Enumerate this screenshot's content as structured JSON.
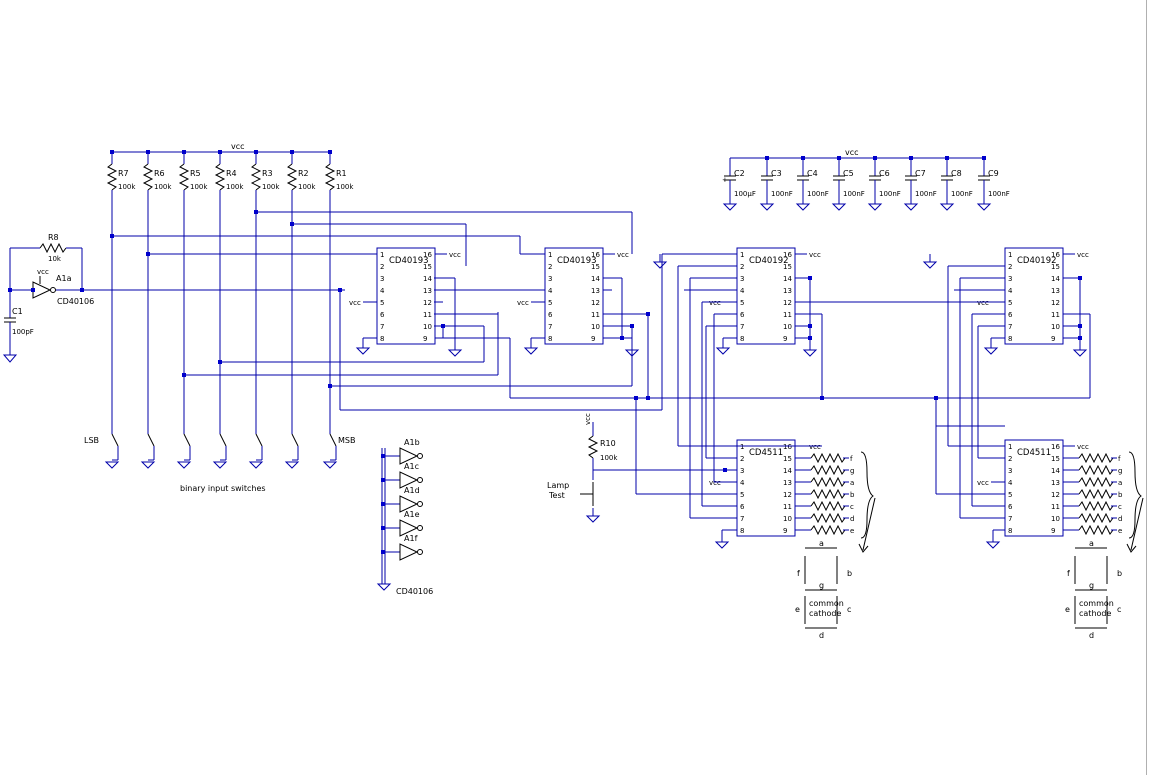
{
  "ics": {
    "u1": {
      "name": "CD40193",
      "left_pins": [
        "1",
        "2",
        "3",
        "4",
        "5",
        "6",
        "7",
        "8"
      ],
      "right_pins": [
        "16",
        "15",
        "14",
        "13",
        "12",
        "11",
        "10",
        "9"
      ]
    },
    "u2": {
      "name": "CD40193",
      "left_pins": [
        "1",
        "2",
        "3",
        "4",
        "5",
        "6",
        "7",
        "8"
      ],
      "right_pins": [
        "16",
        "15",
        "14",
        "13",
        "12",
        "11",
        "10",
        "9"
      ]
    },
    "u3": {
      "name": "CD40192",
      "left_pins": [
        "1",
        "2",
        "3",
        "4",
        "5",
        "6",
        "7",
        "8"
      ],
      "right_pins": [
        "16",
        "15",
        "14",
        "13",
        "12",
        "11",
        "10",
        "9"
      ]
    },
    "u4": {
      "name": "CD40192",
      "left_pins": [
        "1",
        "2",
        "3",
        "4",
        "5",
        "6",
        "7",
        "8"
      ],
      "right_pins": [
        "16",
        "15",
        "14",
        "13",
        "12",
        "11",
        "10",
        "9"
      ]
    },
    "u5": {
      "name": "CD4511",
      "left_pins": [
        "1",
        "2",
        "3",
        "4",
        "5",
        "6",
        "7",
        "8"
      ],
      "right_pins": [
        "16",
        "15",
        "14",
        "13",
        "12",
        "11",
        "10",
        "9"
      ]
    },
    "u6": {
      "name": "CD4511",
      "left_pins": [
        "1",
        "2",
        "3",
        "4",
        "5",
        "6",
        "7",
        "8"
      ],
      "right_pins": [
        "16",
        "15",
        "14",
        "13",
        "12",
        "11",
        "10",
        "9"
      ]
    }
  },
  "vcc": "vcc",
  "resistors": [
    {
      "name": "R7",
      "value": "100k"
    },
    {
      "name": "R6",
      "value": "100k"
    },
    {
      "name": "R5",
      "value": "100k"
    },
    {
      "name": "R4",
      "value": "100k"
    },
    {
      "name": "R3",
      "value": "100k"
    },
    {
      "name": "R2",
      "value": "100k"
    },
    {
      "name": "R1",
      "value": "100k"
    }
  ],
  "r8": {
    "name": "R8",
    "value": "10k"
  },
  "r10": {
    "name": "R10",
    "value": "100k"
  },
  "c1": {
    "name": "C1",
    "value": "100pF"
  },
  "caps": [
    {
      "name": "C2",
      "value": "100µF"
    },
    {
      "name": "C3",
      "value": "100nF"
    },
    {
      "name": "C4",
      "value": "100nF"
    },
    {
      "name": "C5",
      "value": "100nF"
    },
    {
      "name": "C6",
      "value": "100nF"
    },
    {
      "name": "C7",
      "value": "100nF"
    },
    {
      "name": "C8",
      "value": "100nF"
    },
    {
      "name": "C9",
      "value": "100nF"
    }
  ],
  "inverters": {
    "a1a": "A1a",
    "part": "CD40106",
    "spares": [
      "A1b",
      "A1c",
      "A1d",
      "A1e",
      "A1f"
    ]
  },
  "labels": {
    "lsb": "LSB",
    "msb": "MSB",
    "switches": "binary input switches",
    "lamp": "Lamp",
    "test": "Test",
    "plus": "+"
  },
  "segments": {
    "letters": [
      "f",
      "g",
      "a",
      "b",
      "c",
      "d",
      "e"
    ],
    "a": "a",
    "b": "b",
    "c": "c",
    "d": "d",
    "e": "e",
    "f": "f",
    "g": "g",
    "common": "common",
    "cathode": "cathode"
  }
}
